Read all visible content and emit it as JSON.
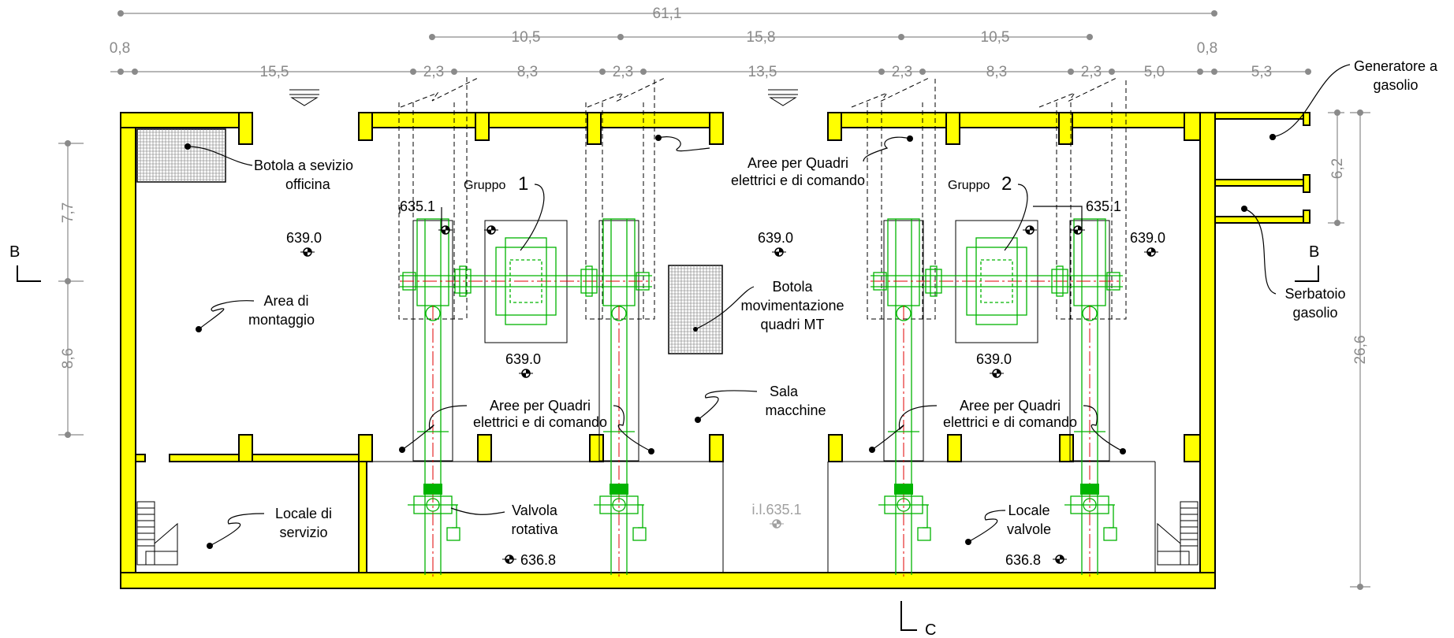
{
  "dimensions": {
    "total": "61,1",
    "top_row": [
      "10,5",
      "15,8",
      "10,5"
    ],
    "row3": [
      "0,8",
      "15,5",
      "2,3",
      "8,3",
      "2,3",
      "13,5",
      "2,3",
      "8,3",
      "2,3",
      "5,0",
      "0,8",
      "5,3"
    ],
    "left": [
      "7,7",
      "8,6"
    ],
    "right_small": "6,2",
    "right_total": "26,6"
  },
  "labels": {
    "botola_officina": [
      "Botola a sevizio",
      "officina"
    ],
    "aree_quadri_top": [
      "Aree per Quadri",
      "elettrici e di comando"
    ],
    "generatore": [
      "Generatore a",
      "gasolio"
    ],
    "serbatoio": [
      "Serbatoio",
      "gasolio"
    ],
    "gruppo1_word": "Gruppo",
    "gruppo1_num": "1",
    "gruppo2_word": "Gruppo",
    "gruppo2_num": "2",
    "area_montaggio": [
      "Area di",
      "montaggio"
    ],
    "botola_mt": [
      "Botola",
      "movimentazione",
      "quadri MT"
    ],
    "sala_macchine": [
      "Sala",
      "macchine"
    ],
    "aree_quadri_left": [
      "Aree per Quadri",
      "elettrici e di comando"
    ],
    "aree_quadri_right": [
      "Aree per Quadri",
      "elettrici e di comando"
    ],
    "locale_servizio": [
      "Locale di",
      "servizio"
    ],
    "valvola": [
      "Valvola",
      "rotativa"
    ],
    "locale_valvole": [
      "Locale",
      "valvole"
    ]
  },
  "levels": {
    "l635_1_left": "635.1",
    "l635_1_right": "635.1",
    "l639_a": "639.0",
    "l639_b": "639.0",
    "l639_c": "639.0",
    "l639_d": "639.0",
    "l639_e": "639.0",
    "l636_8_left": "636.8",
    "l636_8_right": "636.8",
    "il635_1": "i.l.635.1"
  },
  "sections": {
    "b_left": "B",
    "b_right": "B",
    "c": "C"
  },
  "colors": {
    "wall": "#ffff00",
    "equipment": "#00b400",
    "axis": "#e00000",
    "dimension": "#8a8a8a"
  }
}
